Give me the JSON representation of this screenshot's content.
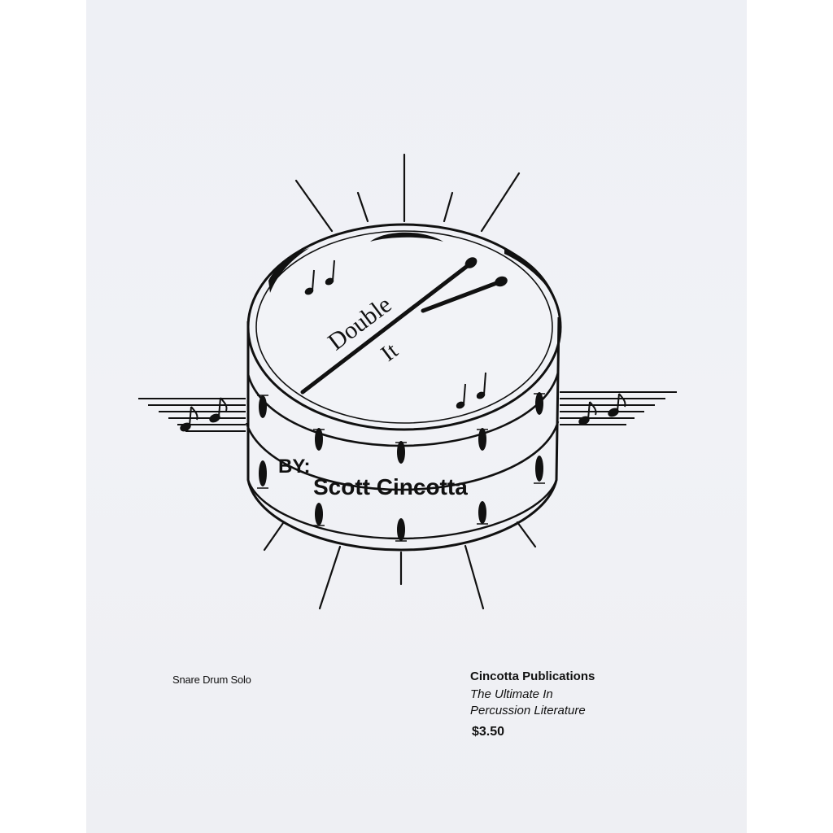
{
  "cover": {
    "title_line1": "Double",
    "title_line2": "It",
    "by_label": "BY:",
    "author": "Scott Cincotta"
  },
  "footer": {
    "subtitle": "Snare Drum Solo",
    "publisher": "Cincotta Publications",
    "tagline_line1": "The Ultimate In",
    "tagline_line2": "Percussion Literature",
    "price": "$3.50"
  },
  "illustration": {
    "icon": "snare-drum-with-sticks-and-notes",
    "ink_color": "#111111"
  }
}
